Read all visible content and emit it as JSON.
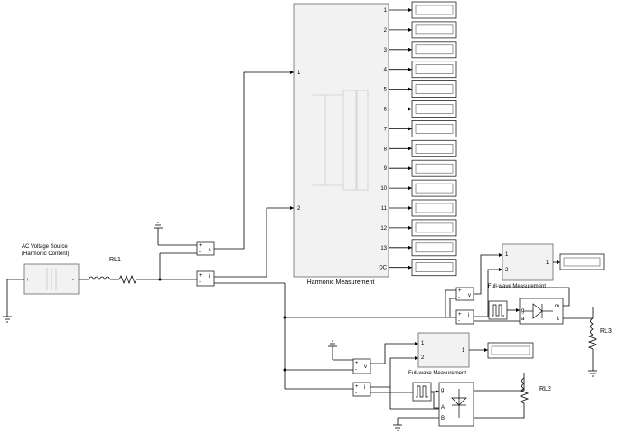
{
  "diagram": {
    "harmonic_block": {
      "title": "Harmonic Measurement",
      "input_ports": [
        "1",
        "2"
      ],
      "output_ports": [
        "1",
        "2",
        "3",
        "4",
        "5",
        "6",
        "7",
        "8",
        "9",
        "10",
        "11",
        "12",
        "13",
        "DC"
      ]
    },
    "source": {
      "title_line1": "AC Voltage Source",
      "title_line2": "(Harmonic Content)",
      "plus": "+",
      "minus": "-"
    },
    "loads": {
      "rl1": "RL1",
      "rl2": "RL2",
      "rl3": "RL3"
    },
    "fullwave_1": {
      "title": "Full-wave Measurement",
      "port_in1": "1",
      "port_in2": "2",
      "port_out": "1"
    },
    "fullwave_2": {
      "title": "Full-wave Measurement",
      "port_in1": "1",
      "port_in2": "2",
      "port_out": "1"
    },
    "meter_labels": {
      "v": "v",
      "i": "i",
      "plus": "+",
      "minus": "-"
    },
    "bridge_labels": {
      "g": "g",
      "a": "a",
      "k": "k",
      "m": "m",
      "A": "A",
      "B": "B"
    }
  },
  "colors": {
    "wire": "#000000",
    "block_border": "#222222",
    "harmonic_fill": "#f2f2f2"
  }
}
